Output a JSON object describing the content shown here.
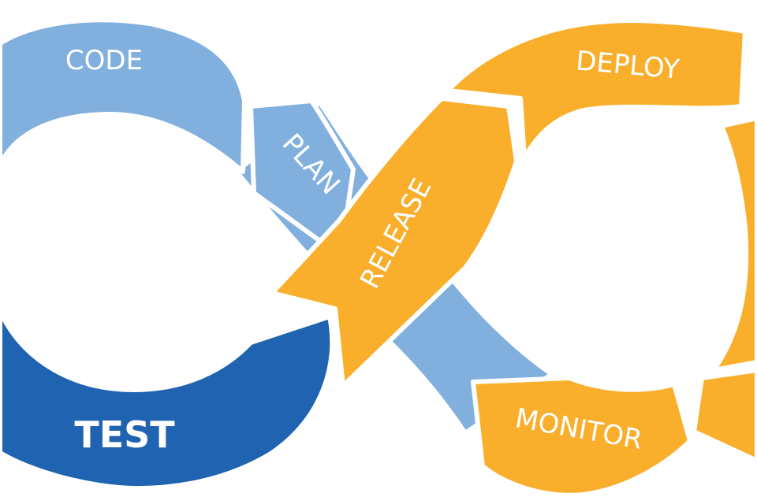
{
  "colors": {
    "light_blue": "#82b0de",
    "dark_blue": "#2063b0",
    "orange": "#f9ae2c",
    "outline": "#ffffff",
    "background": "#ffffff"
  },
  "stages": {
    "code": "CODE",
    "plan": "PLAN",
    "test": "TEST",
    "release": "RELEASE",
    "deploy": "DEPLOY",
    "monitor": "MONITOR"
  }
}
